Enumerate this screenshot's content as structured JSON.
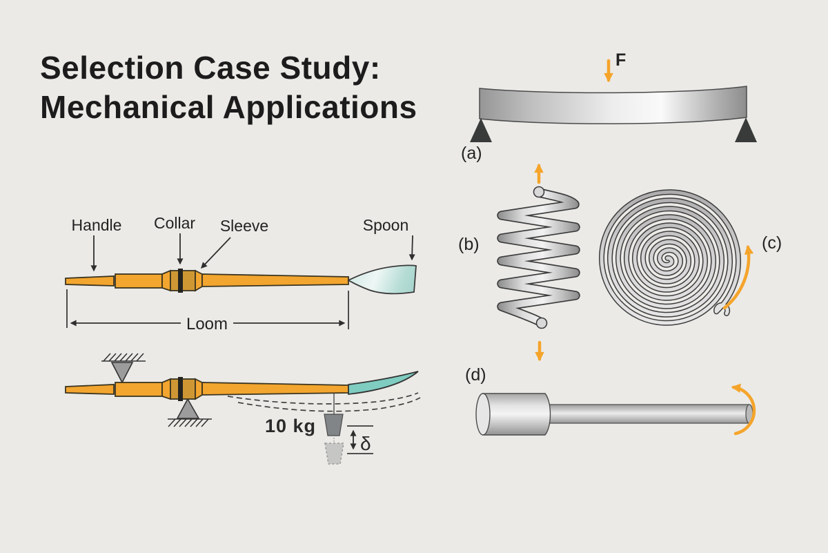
{
  "title": {
    "line1": "Selection Case Study:",
    "line2": "Mechanical Applications"
  },
  "beam_diagram": {
    "label": "(a)",
    "force_label": "F"
  },
  "helical_spring_diagram": {
    "label": "(b)"
  },
  "spiral_spring_diagram": {
    "label": "(c)"
  },
  "torsion_bar_diagram": {
    "label": "(d)"
  },
  "oar_diagram": {
    "handle_label": "Handle",
    "collar_label": "Collar",
    "sleeve_label": "Sleeve",
    "spoon_label": "Spoon",
    "loom_label": "Loom"
  },
  "deflection_diagram": {
    "weight_label": "10 kg",
    "deflection_label": "δ"
  },
  "colors": {
    "background": "#EBEAE7",
    "accent_orange": "#F5A42B",
    "oar_gold": "#F2A52F",
    "sleeve_amber": "#CF9734",
    "spoon_teal": "#82CEC3",
    "support_dark": "#383B39",
    "support_gray": "#9C9C9C",
    "ink": "#1F1F1F"
  }
}
